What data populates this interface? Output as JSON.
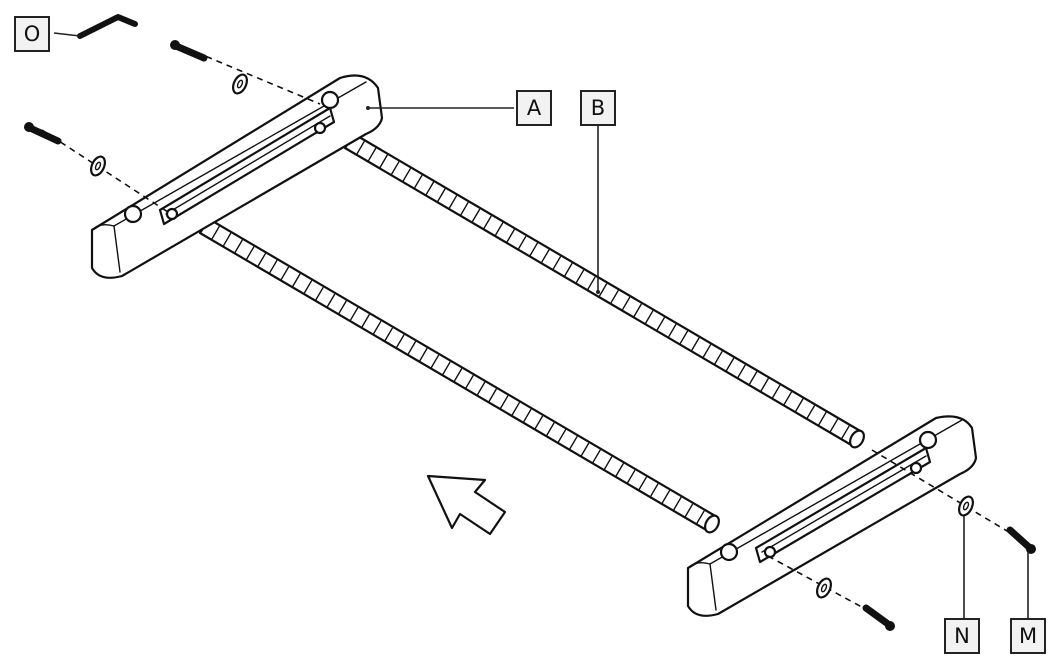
{
  "callouts": {
    "O": "O",
    "A": "A",
    "B": "B",
    "N": "N",
    "M": "M"
  },
  "colors": {
    "ink": "#111111",
    "label_fill": "#f2f2f2",
    "paper": "#ffffff"
  },
  "icons": [
    "allen-key-icon",
    "screw-icon",
    "washer-icon",
    "direction-arrow-icon"
  ]
}
